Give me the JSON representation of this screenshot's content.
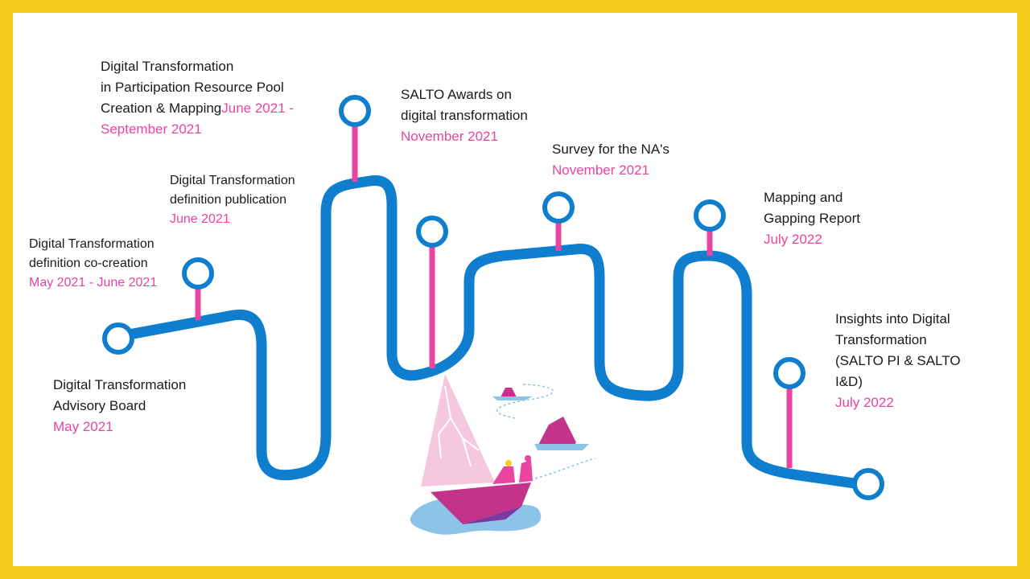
{
  "colors": {
    "background_border": "#f8cc1b",
    "road": "#0f7ecf",
    "pin": "#e9449f",
    "date_text": "#e9449f",
    "water": "#8cc4e8",
    "sail": "#f6c8de",
    "boat": "#c3338a"
  },
  "milestones": [
    {
      "title": "Digital Transformation\nAdvisory Board",
      "date": "May 2021"
    },
    {
      "title": "Digital Transformation\ndefinition co-creation",
      "date": "May 2021 - June 2021"
    },
    {
      "title": "Digital Transformation\ndefinition publication",
      "date": "June 2021"
    },
    {
      "title": "Digital Transformation\nin Participation Resource Pool\nCreation  & Mapping",
      "date": "June 2021 -\nSeptember 2021"
    },
    {
      "title": "SALTO Awards on\ndigital transformation",
      "date": "November 2021"
    },
    {
      "title": "Survey for the NA's",
      "date": "November 2021"
    },
    {
      "title": "Mapping and\nGapping Report",
      "date": "July 2022"
    },
    {
      "title": "Insights into Digital\nTransformation\n(SALTO PI & SALTO\nI&D)",
      "date": "July 2022"
    }
  ],
  "illustration": {
    "icon": "sailboat-with-sailors-icon"
  }
}
